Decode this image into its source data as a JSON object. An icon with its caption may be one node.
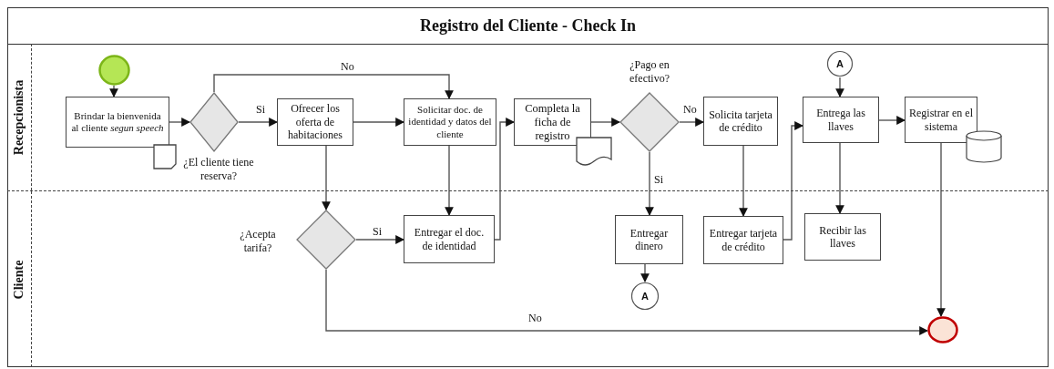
{
  "diagram": {
    "title": "Registro del Cliente - Check In",
    "nodes": [
      {
        "text": [
          "Recepcionista"
        ]
      },
      {
        "text": [],
        "shape": "circle",
        "in": 0
      },
      {
        "text": [
          "Brindar la bienvenida al cliente *segun speech*"
        ],
        "in": 0
      },
      {
        "text": [],
        "shape": "document",
        "in": 0
      },
      {
        "text": [
          "¿El cliente tiene reserva?"
        ],
        "in": 0
      },
      {
        "text": [
          "Ofrecer los oferta de habitaciones"
        ],
        "in": 0
      },
      {
        "text": [
          "Solicitar doc. de identidad y datos del cliente"
        ],
        "in": 0
      },
      {
        "text": [
          "Completa la ficha de registro"
        ],
        "in": 0
      },
      {
        "text": [],
        "shape": "document",
        "in": 0
      },
      {
        "text": [
          "¿Pago en efectivo?"
        ],
        "in": 0
      },
      {
        "text": [
          "Solicita tarjeta de crédito"
        ],
        "in": 0
      },
      {
        "text": [
          "A"
        ],
        "in": 0
      },
      {
        "text": [
          "Entrega las llaves"
        ],
        "in": 0
      },
      {
        "text": [
          "Registrar en el sistema"
        ],
        "in": 0
      },
      {
        "text": [],
        "shape": "cylinder",
        "in": 0
      },
      {
        "text": [
          "Cliente"
        ]
      },
      {
        "text": [
          "¿Acepta tarifa?"
        ],
        "in": 15
      },
      {
        "text": [
          "Entregar el doc. de identidad"
        ],
        "in": 15
      },
      {
        "text": [
          "Entregar dinero"
        ],
        "in": 15
      },
      {
        "text": [
          "A"
        ],
        "in": 15
      },
      {
        "text": [
          "Entregar tarjeta de crédito"
        ],
        "in": 15
      },
      {
        "text": [
          "Recibir las llaves"
        ],
        "in": 15
      },
      {
        "text": [],
        "shape": "circle",
        "in": 15
      }
    ],
    "edges": [
      {
        "from": 1,
        "to": 2,
        "arrow": "to"
      },
      {
        "from": 2,
        "to": 4,
        "arrow": "to"
      },
      {
        "from": 4,
        "to": 5,
        "arrow": "to",
        "label": "Si"
      },
      {
        "from": 4,
        "to": 6,
        "arrow": "to",
        "label": "No"
      },
      {
        "from": 5,
        "to": 16,
        "arrow": "to"
      },
      {
        "from": 5,
        "to": 6,
        "arrow": "to"
      },
      {
        "from": 6,
        "to": 17,
        "arrow": "to"
      },
      {
        "from": 17,
        "to": 7,
        "arrow": "to"
      },
      {
        "from": 7,
        "to": 9,
        "arrow": "to"
      },
      {
        "from": 9,
        "to": 10,
        "arrow": "to",
        "label": "No"
      },
      {
        "from": 9,
        "to": 18,
        "arrow": "to",
        "label": "Si"
      },
      {
        "from": 10,
        "to": 20,
        "arrow": "to"
      },
      {
        "from": 20,
        "to": 12,
        "arrow": "to"
      },
      {
        "from": 11,
        "to": 12,
        "arrow": "to"
      },
      {
        "from": 12,
        "to": 13,
        "arrow": "to"
      },
      {
        "from": 12,
        "to": 21,
        "arrow": "to"
      },
      {
        "from": 13,
        "to": 22,
        "arrow": "to"
      },
      {
        "from": 16,
        "to": 17,
        "arrow": "to",
        "label": "Si"
      },
      {
        "from": 16,
        "to": 22,
        "arrow": "to",
        "label": "No"
      },
      {
        "from": 18,
        "to": 19,
        "arrow": "to"
      }
    ]
  }
}
